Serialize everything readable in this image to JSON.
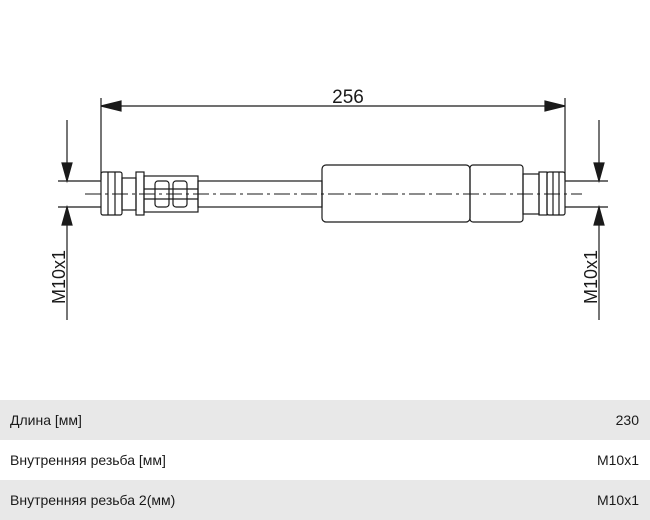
{
  "drawing": {
    "length_dimension": "256",
    "left_thread_label": "M10x1",
    "right_thread_label": "M10x1"
  },
  "specs": [
    {
      "label": "Длина [мм]",
      "value": "230"
    },
    {
      "label": "Внутренняя резьба [мм]",
      "value": "M10x1"
    },
    {
      "label": "Внутренняя резьба 2(мм)",
      "value": "M10x1"
    }
  ]
}
